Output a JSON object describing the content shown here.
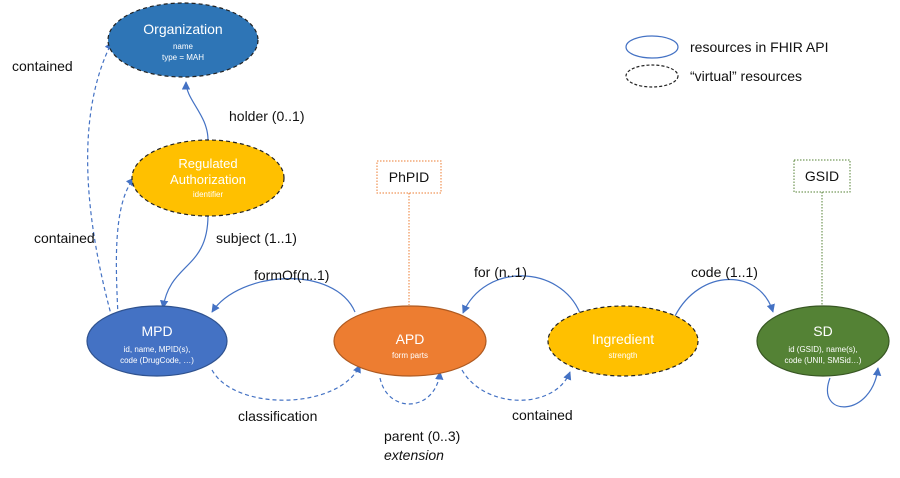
{
  "colors": {
    "organization": "#2e75b6",
    "regulated_authorization": "#ffc000",
    "mpd": "#4472c4",
    "apd": "#ed7d31",
    "ingredient": "#ffc000",
    "sd": "#548235",
    "edge": "#4472c4"
  },
  "nodes": {
    "organization": {
      "title": "Organization",
      "sub1": "name",
      "sub2": "type = MAH"
    },
    "regulated_authorization": {
      "title1": "Regulated",
      "title2": "Authorization",
      "sub1": "identifier"
    },
    "mpd": {
      "title": "MPD",
      "sub1": "id, name, MPID(s),",
      "sub2": "code (DrugCode, …)"
    },
    "apd": {
      "title": "APD",
      "sub1": "form parts"
    },
    "ingredient": {
      "title": "Ingredient",
      "sub1": "strength"
    },
    "sd": {
      "title": "SD",
      "sub1": "id (GSID), name(s),",
      "sub2": "code (UNII, SMSid…)"
    }
  },
  "external_ids": {
    "phpid": "PhPID",
    "gsid": "GSID"
  },
  "edges": {
    "contained_top": "contained",
    "holder": "holder (0..1)",
    "contained_mid": "contained",
    "subject": "subject (1..1)",
    "formof": "formOf(n..1)",
    "for": "for (n..1)",
    "code": "code (1..1)",
    "classification": "classification",
    "parent": "parent (0..3)",
    "extension": "extension",
    "contained_bottom": "contained"
  },
  "legend": {
    "solid_label": "resources in FHIR API",
    "dashed_label": "“virtual” resources"
  }
}
